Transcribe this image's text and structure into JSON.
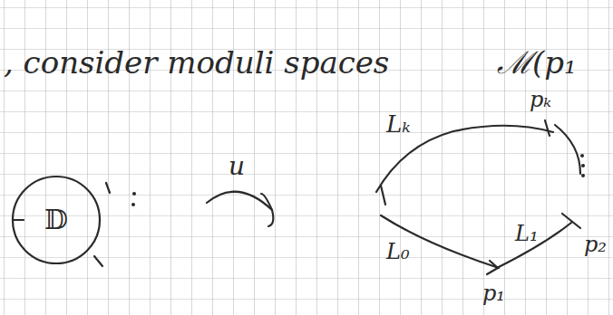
{
  "diagram": {
    "nodes": [
      {
        "text": [
          "𝔻"
        ]
      }
    ],
    "labels": [
      ", consider moduli spaces",
      "ℳ(p₁",
      "u",
      "Lₖ",
      "pₖ",
      "L₀",
      "L₁",
      "p₁",
      "p₂"
    ]
  }
}
